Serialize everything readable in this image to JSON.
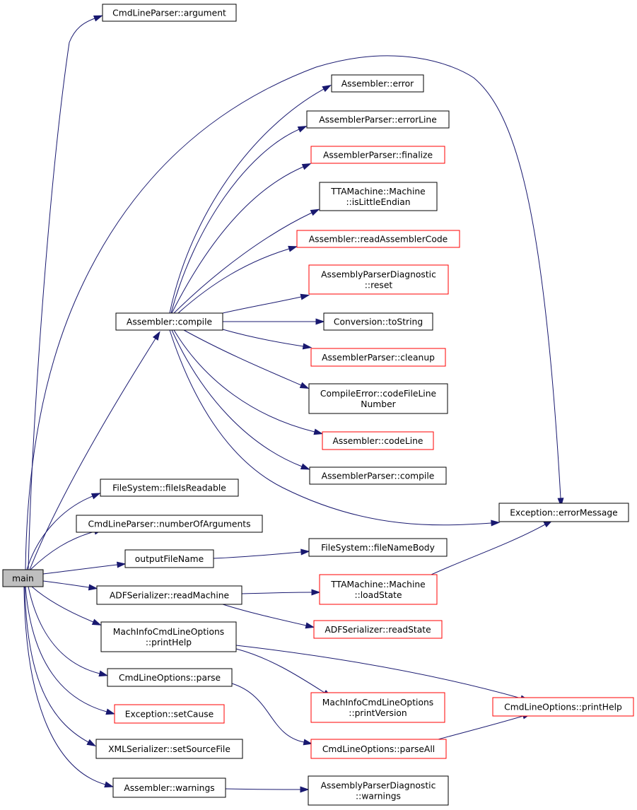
{
  "colors": {
    "edge": "#191970",
    "border_default": "#000000",
    "border_red": "#ff0000",
    "fill_default": "#ffffff",
    "fill_root": "#bfbfbf"
  },
  "nodes": [
    {
      "id": "main",
      "lines": [
        "main"
      ],
      "style": "root"
    },
    {
      "id": "cmdlineparser-argument",
      "lines": [
        "CmdLineParser::argument"
      ],
      "style": "black"
    },
    {
      "id": "assembler-error",
      "lines": [
        "Assembler::error"
      ],
      "style": "black"
    },
    {
      "id": "assemblerparser-errorline",
      "lines": [
        "AssemblerParser::errorLine"
      ],
      "style": "black"
    },
    {
      "id": "assemblerparser-finalize",
      "lines": [
        "AssemblerParser::finalize"
      ],
      "style": "red"
    },
    {
      "id": "machine-islittleendian",
      "lines": [
        "TTAMachine::Machine",
        "::isLittleEndian"
      ],
      "style": "black"
    },
    {
      "id": "assembler-readassemblercode",
      "lines": [
        "Assembler::readAssemblerCode"
      ],
      "style": "red"
    },
    {
      "id": "assemblyparserdiagnostic-reset",
      "lines": [
        "AssemblyParserDiagnostic",
        "::reset"
      ],
      "style": "red"
    },
    {
      "id": "assembler-compile",
      "lines": [
        "Assembler::compile"
      ],
      "style": "black"
    },
    {
      "id": "conversion-tostring",
      "lines": [
        "Conversion::toString"
      ],
      "style": "black"
    },
    {
      "id": "assemblerparser-cleanup",
      "lines": [
        "AssemblerParser::cleanup"
      ],
      "style": "red"
    },
    {
      "id": "compileerror-codefilelinenumber",
      "lines": [
        "CompileError::codeFileLine",
        "Number"
      ],
      "style": "black"
    },
    {
      "id": "assembler-codeline",
      "lines": [
        "Assembler::codeLine"
      ],
      "style": "red"
    },
    {
      "id": "assemblerparser-compile",
      "lines": [
        "AssemblerParser::compile"
      ],
      "style": "black"
    },
    {
      "id": "filesystem-fileisreadable",
      "lines": [
        "FileSystem::fileIsReadable"
      ],
      "style": "black"
    },
    {
      "id": "exception-errormessage",
      "lines": [
        "Exception::errorMessage"
      ],
      "style": "black"
    },
    {
      "id": "cmdlineparser-numberofarguments",
      "lines": [
        "CmdLineParser::numberOfArguments"
      ],
      "style": "black"
    },
    {
      "id": "outputfilename",
      "lines": [
        "outputFileName"
      ],
      "style": "black"
    },
    {
      "id": "filesystem-filenamebody",
      "lines": [
        "FileSystem::fileNameBody"
      ],
      "style": "black"
    },
    {
      "id": "adfserializer-readmachine",
      "lines": [
        "ADFSerializer::readMachine"
      ],
      "style": "black"
    },
    {
      "id": "machine-loadstate",
      "lines": [
        "TTAMachine::Machine",
        "::loadState"
      ],
      "style": "red"
    },
    {
      "id": "adfserializer-readstate",
      "lines": [
        "ADFSerializer::readState"
      ],
      "style": "red"
    },
    {
      "id": "machinfocmdlineoptions-printhelp",
      "lines": [
        "MachInfoCmdLineOptions",
        "::printHelp"
      ],
      "style": "black"
    },
    {
      "id": "cmdlineoptions-parse",
      "lines": [
        "CmdLineOptions::parse"
      ],
      "style": "black"
    },
    {
      "id": "machinfocmdlineoptions-printversion",
      "lines": [
        "MachInfoCmdLineOptions",
        "::printVersion"
      ],
      "style": "red"
    },
    {
      "id": "cmdlineoptions-printhelp",
      "lines": [
        "CmdLineOptions::printHelp"
      ],
      "style": "red"
    },
    {
      "id": "exception-setcause",
      "lines": [
        "Exception::setCause"
      ],
      "style": "red"
    },
    {
      "id": "cmdlineoptions-parseall",
      "lines": [
        "CmdLineOptions::parseAll"
      ],
      "style": "red"
    },
    {
      "id": "xmlserializer-setsourcefile",
      "lines": [
        "XMLSerializer::setSourceFile"
      ],
      "style": "black"
    },
    {
      "id": "assembler-warnings",
      "lines": [
        "Assembler::warnings"
      ],
      "style": "black"
    },
    {
      "id": "assemblyparserdiagnostic-warnings",
      "lines": [
        "AssemblyParserDiagnostic",
        "::warnings"
      ],
      "style": "black"
    }
  ],
  "edges": [
    {
      "from": "main",
      "to": "cmdlineparser-argument"
    },
    {
      "from": "main",
      "to": "assembler-compile"
    },
    {
      "from": "main",
      "to": "exception-errormessage"
    },
    {
      "from": "main",
      "to": "filesystem-fileisreadable"
    },
    {
      "from": "main",
      "to": "cmdlineparser-numberofarguments"
    },
    {
      "from": "main",
      "to": "outputfilename"
    },
    {
      "from": "main",
      "to": "adfserializer-readmachine"
    },
    {
      "from": "main",
      "to": "machinfocmdlineoptions-printhelp"
    },
    {
      "from": "main",
      "to": "cmdlineoptions-parse"
    },
    {
      "from": "main",
      "to": "exception-setcause"
    },
    {
      "from": "main",
      "to": "xmlserializer-setsourcefile"
    },
    {
      "from": "main",
      "to": "assembler-warnings"
    },
    {
      "from": "assembler-compile",
      "to": "assembler-error"
    },
    {
      "from": "assembler-compile",
      "to": "assemblerparser-errorline"
    },
    {
      "from": "assembler-compile",
      "to": "assemblerparser-finalize"
    },
    {
      "from": "assembler-compile",
      "to": "machine-islittleendian"
    },
    {
      "from": "assembler-compile",
      "to": "assembler-readassemblercode"
    },
    {
      "from": "assembler-compile",
      "to": "assemblyparserdiagnostic-reset"
    },
    {
      "from": "assembler-compile",
      "to": "conversion-tostring"
    },
    {
      "from": "assembler-compile",
      "to": "assemblerparser-cleanup"
    },
    {
      "from": "assembler-compile",
      "to": "compileerror-codefilelinenumber"
    },
    {
      "from": "assembler-compile",
      "to": "assembler-codeline"
    },
    {
      "from": "assembler-compile",
      "to": "assemblerparser-compile"
    },
    {
      "from": "assembler-compile",
      "to": "exception-errormessage"
    },
    {
      "from": "outputfilename",
      "to": "filesystem-filenamebody"
    },
    {
      "from": "adfserializer-readmachine",
      "to": "machine-loadstate"
    },
    {
      "from": "adfserializer-readmachine",
      "to": "adfserializer-readstate"
    },
    {
      "from": "machine-loadstate",
      "to": "exception-errormessage"
    },
    {
      "from": "machinfocmdlineoptions-printhelp",
      "to": "machinfocmdlineoptions-printversion"
    },
    {
      "from": "machinfocmdlineoptions-printhelp",
      "to": "cmdlineoptions-printhelp"
    },
    {
      "from": "cmdlineoptions-parse",
      "to": "cmdlineoptions-parseall"
    },
    {
      "from": "cmdlineoptions-parseall",
      "to": "cmdlineoptions-printhelp"
    },
    {
      "from": "assembler-warnings",
      "to": "assemblyparserdiagnostic-warnings"
    }
  ]
}
